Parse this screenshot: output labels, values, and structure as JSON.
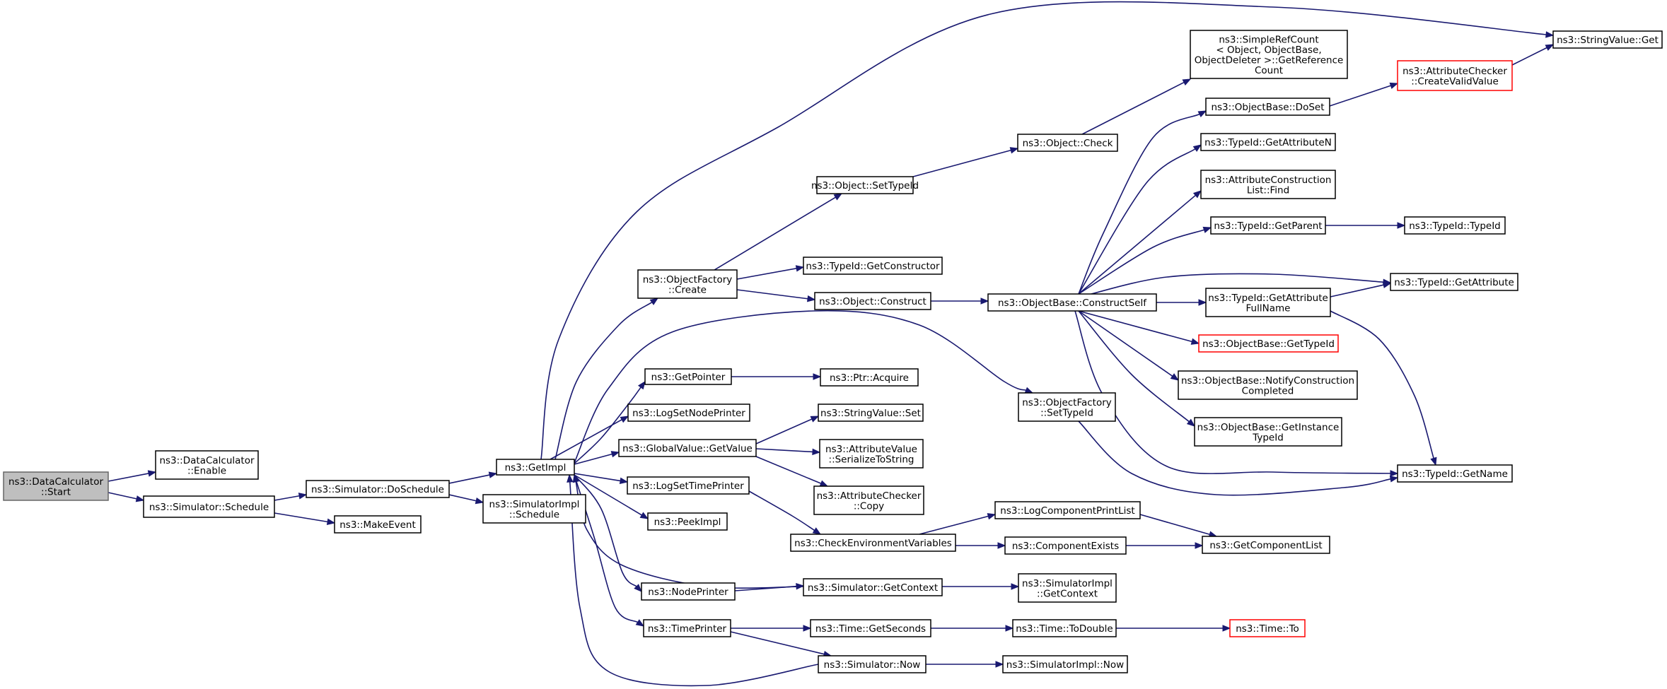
{
  "colors": {
    "edge": "#191970",
    "node_border": "#000000",
    "root_fill": "#bfbfbf",
    "root_border": "#666666",
    "truncated_border": "#ff0000"
  },
  "nodes": {
    "start": [
      "ns3::DataCalculator",
      "::Start"
    ],
    "enable": [
      "ns3::DataCalculator",
      "::Enable"
    ],
    "schedule": [
      "ns3::Simulator::Schedule"
    ],
    "doschedule": [
      "ns3::Simulator::DoSchedule"
    ],
    "makeevent": [
      "ns3::MakeEvent"
    ],
    "getimpl": [
      "ns3::GetImpl"
    ],
    "simimplschedule": [
      "ns3::SimulatorImpl",
      "::Schedule"
    ],
    "objfactorycreate": [
      "ns3::ObjectFactory",
      "::Create"
    ],
    "getpointer": [
      "ns3::GetPointer"
    ],
    "logsetnodeprinter": [
      "ns3::LogSetNodePrinter"
    ],
    "globalvalueget": [
      "ns3::GlobalValue::GetValue"
    ],
    "logsettimeprinter": [
      "ns3::LogSetTimePrinter"
    ],
    "peekimpl": [
      "ns3::PeekImpl"
    ],
    "nodeprinter": [
      "ns3::NodePrinter"
    ],
    "timeprinter": [
      "ns3::TimePrinter"
    ],
    "objectsettypeid": [
      "ns3::Object::SetTypeId"
    ],
    "typeidgetconstructor": [
      "ns3::TypeId::GetConstructor"
    ],
    "objectconstruct": [
      "ns3::Object::Construct"
    ],
    "ptracquire": [
      "ns3::Ptr::Acquire"
    ],
    "stringvalueset": [
      "ns3::StringValue::Set"
    ],
    "attrvalueserialize": [
      "ns3::AttributeValue",
      "::SerializeToString"
    ],
    "attrcheckercopy": [
      "ns3::AttributeChecker",
      "::Copy"
    ],
    "checkenv": [
      "ns3::CheckEnvironmentVariables"
    ],
    "simgetcontext": [
      "ns3::Simulator::GetContext"
    ],
    "timegetseconds": [
      "ns3::Time::GetSeconds"
    ],
    "simnow": [
      "ns3::Simulator::Now"
    ],
    "objectcheck": [
      "ns3::Object::Check"
    ],
    "constructself": [
      "ns3::ObjectBase::ConstructSelf"
    ],
    "objfactorysettypeid": [
      "ns3::ObjectFactory",
      "::SetTypeId"
    ],
    "logcomponentprintlist": [
      "ns3::LogComponentPrintList"
    ],
    "componentexists": [
      "ns3::ComponentExists"
    ],
    "simimplgetcontext": [
      "ns3::SimulatorImpl",
      "::GetContext"
    ],
    "timetodouble": [
      "ns3::Time::ToDouble"
    ],
    "simimplnow": [
      "ns3::SimulatorImpl::Now"
    ],
    "simplerefcount": [
      "ns3::SimpleRefCount",
      "< Object, ObjectBase,",
      " ObjectDeleter >::GetReference",
      "Count"
    ],
    "objectbasedoset": [
      "ns3::ObjectBase::DoSet"
    ],
    "typeidgetattributen": [
      "ns3::TypeId::GetAttributeN"
    ],
    "attrconstructionlistfind": [
      "ns3::AttributeConstruction",
      "List::Find"
    ],
    "typeidgetparent": [
      "ns3::TypeId::GetParent"
    ],
    "typeidgetattributefullname": [
      "ns3::TypeId::GetAttribute",
      "FullName"
    ],
    "objectbasegettypeid": [
      "ns3::ObjectBase::GetTypeId"
    ],
    "notifyconstruction": [
      "ns3::ObjectBase::NotifyConstruction",
      "Completed"
    ],
    "getinstancetypeid": [
      "ns3::ObjectBase::GetInstance",
      "TypeId"
    ],
    "getcomponentlist": [
      "ns3::GetComponentList"
    ],
    "timeto": [
      "ns3::Time::To"
    ],
    "attrcheckercreatevalid": [
      "ns3::AttributeChecker",
      "::CreateValidValue"
    ],
    "stringvalueget": [
      "ns3::StringValue::Get"
    ],
    "typeidtypeid": [
      "ns3::TypeId::TypeId"
    ],
    "typeidgetattribute": [
      "ns3::TypeId::GetAttribute"
    ],
    "typeidgetname": [
      "ns3::TypeId::GetName"
    ]
  }
}
